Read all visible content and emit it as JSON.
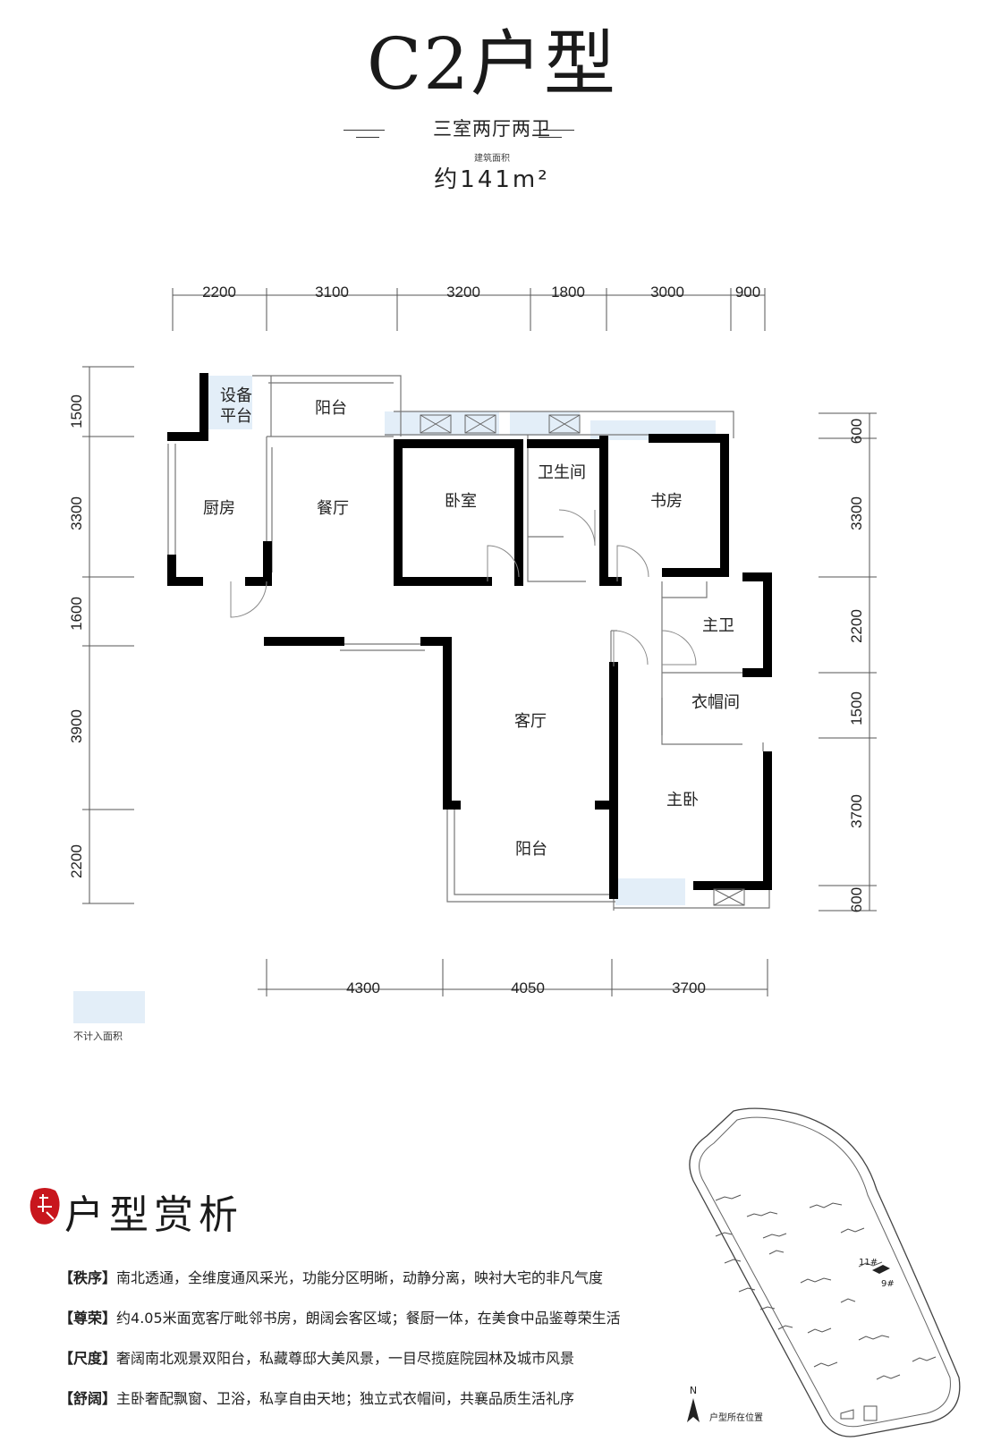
{
  "header": {
    "title": "C2户型",
    "subtitle": "三室两厅两卫",
    "area_label": "建筑面积",
    "area_value": "约141m²"
  },
  "plan": {
    "rooms": {
      "equipment_line1": "设备",
      "equipment_line2": "平台",
      "balcony_north": "阳台",
      "kitchen": "厨房",
      "dining": "餐厅",
      "bedroom": "卧室",
      "bathroom": "卫生间",
      "study": "书房",
      "master_bath": "主卫",
      "walk_in_closet": "衣帽间",
      "living": "客厅",
      "master_bedroom": "主卧",
      "balcony_south": "阳台"
    },
    "dims_top": [
      "2200",
      "3100",
      "3200",
      "1800",
      "3000",
      "900"
    ],
    "dims_left": [
      "1500",
      "3300",
      "1600",
      "3900",
      "2200"
    ],
    "dims_right": [
      "600",
      "3300",
      "2200",
      "1500",
      "3700",
      "600"
    ],
    "dims_bottom": [
      "4300",
      "4050",
      "3700"
    ]
  },
  "legend": {
    "label": "不计入面积",
    "color": "#e3eef8"
  },
  "analysis": {
    "title": "户型赏析",
    "features": [
      {
        "key": "【秩序】",
        "text": "南北透通，全维度通风采光，功能分区明晰，动静分离，映衬大宅的非凡气度"
      },
      {
        "key": "【尊荣】",
        "text": "约4.05米面宽客厅毗邻书房，朗阔会客区域；餐厨一体，在美食中品鉴尊荣生活"
      },
      {
        "key": "【尺度】",
        "text": "奢阔南北观景双阳台，私藏尊邸大美风景，一目尽揽庭院园林及城市风景"
      },
      {
        "key": "【舒阔】",
        "text": "主卧奢配飘窗、卫浴，私享自由天地；独立式衣帽间，共襄品质生活礼序"
      }
    ]
  },
  "site_map": {
    "north_label": "N",
    "location_label": "户型所在位置",
    "building_11": "11#",
    "building_9": "9#"
  }
}
